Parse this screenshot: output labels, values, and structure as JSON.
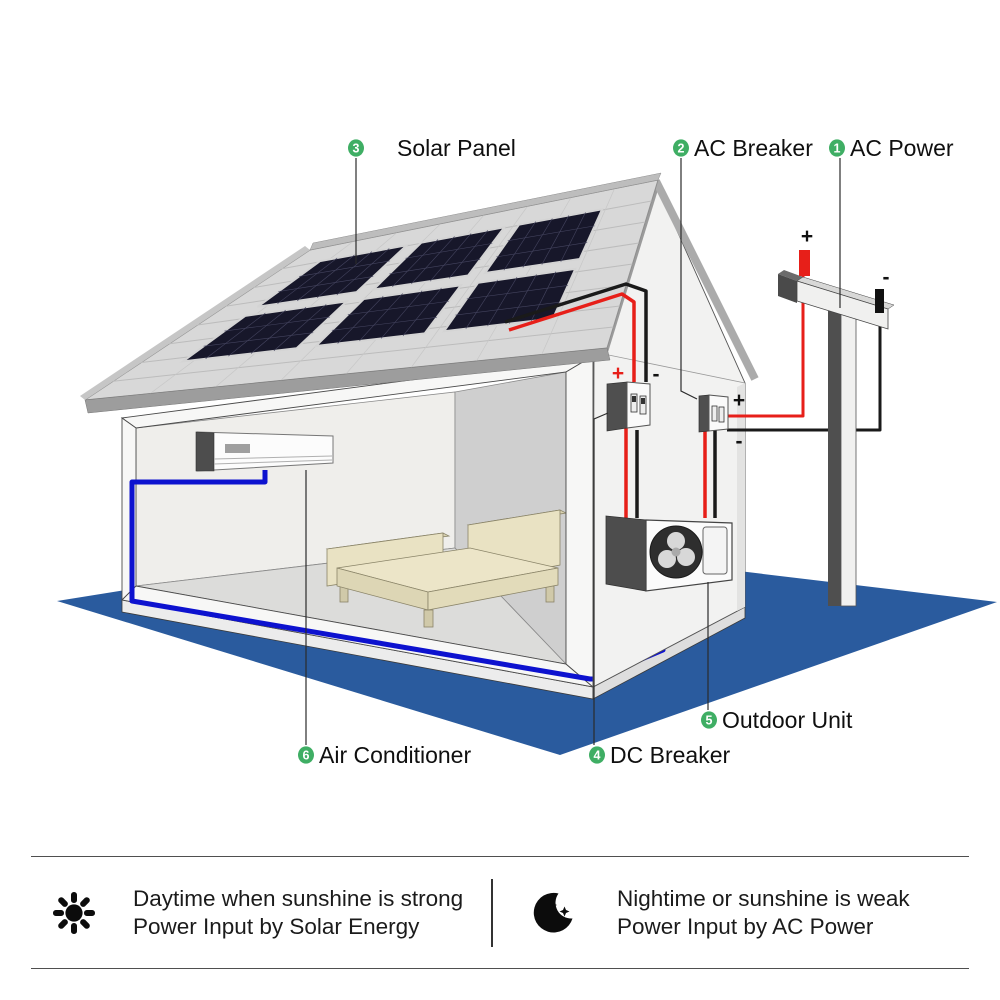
{
  "labels": {
    "ac_power": {
      "num": "1",
      "text": "AC Power"
    },
    "ac_breaker": {
      "num": "2",
      "text": "AC Breaker"
    },
    "solar_panel": {
      "num": "3",
      "text": "Solar Panel"
    },
    "dc_breaker": {
      "num": "4",
      "text": "DC Breaker"
    },
    "outdoor_unit": {
      "num": "5",
      "text": "Outdoor Unit"
    },
    "air_conditioner": {
      "num": "6",
      "text": "Air Conditioner"
    }
  },
  "terminals": {
    "dc": {
      "plus": "+",
      "minus": "-"
    },
    "ac": {
      "plus": "+",
      "minus": "-"
    },
    "pole": {
      "plus": "+",
      "minus": "-"
    }
  },
  "footer": {
    "day": {
      "icon": "sun-icon",
      "line1": "Daytime when sunshine is strong",
      "line2": "Power Input by Solar Energy"
    },
    "night": {
      "icon": "moon-icon",
      "line1": "Nightime or sunshine is weak",
      "line2": "Power Input by AC Power"
    }
  },
  "colors": {
    "accent_green": "#3fae64",
    "wire_red": "#e71f19",
    "wire_blue": "#0d12cf",
    "wire_black": "#1a1a1a",
    "ground_blue": "#2a5b9e",
    "panel_dark": "#17172a"
  }
}
